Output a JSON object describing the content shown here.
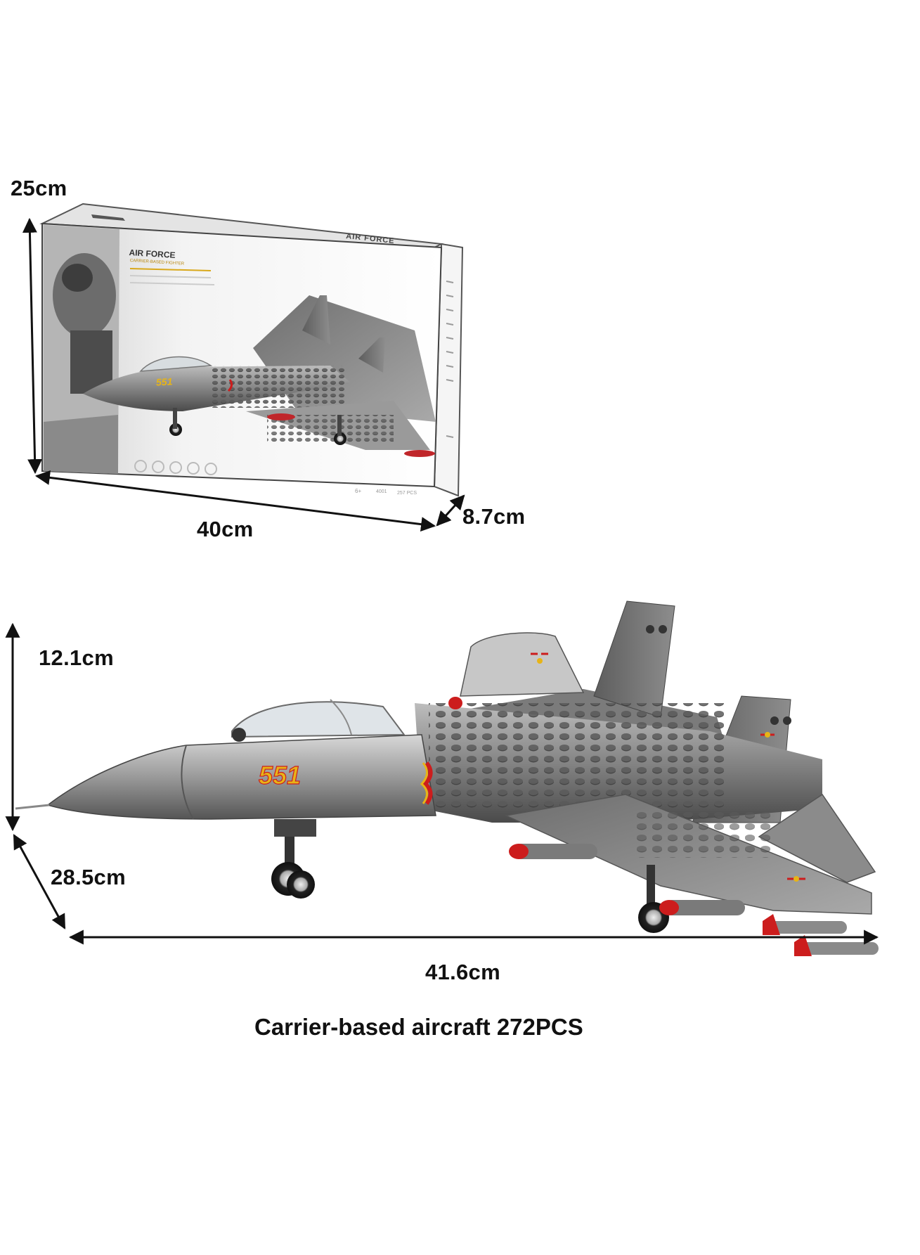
{
  "box": {
    "height_label": "25cm",
    "width_label": "40cm",
    "depth_label": "8.7cm",
    "brand_title": "AIR FORCE",
    "brand_subtitle": "CARRIER-BASED FIGHTER",
    "top_label": "AIR FORCE",
    "tail_number": "551",
    "model_no": "4001",
    "pieces": "257 PCS",
    "age": "6+"
  },
  "aircraft": {
    "height_label": "12.1cm",
    "depth_label": "28.5cm",
    "length_label": "41.6cm",
    "tail_number": "551"
  },
  "caption": "Carrier-based aircraft 272PCS",
  "colors": {
    "marking_red": "#cc1d1d",
    "marking_yellow": "#e7b417",
    "body_grey": "#8e8e8e"
  }
}
